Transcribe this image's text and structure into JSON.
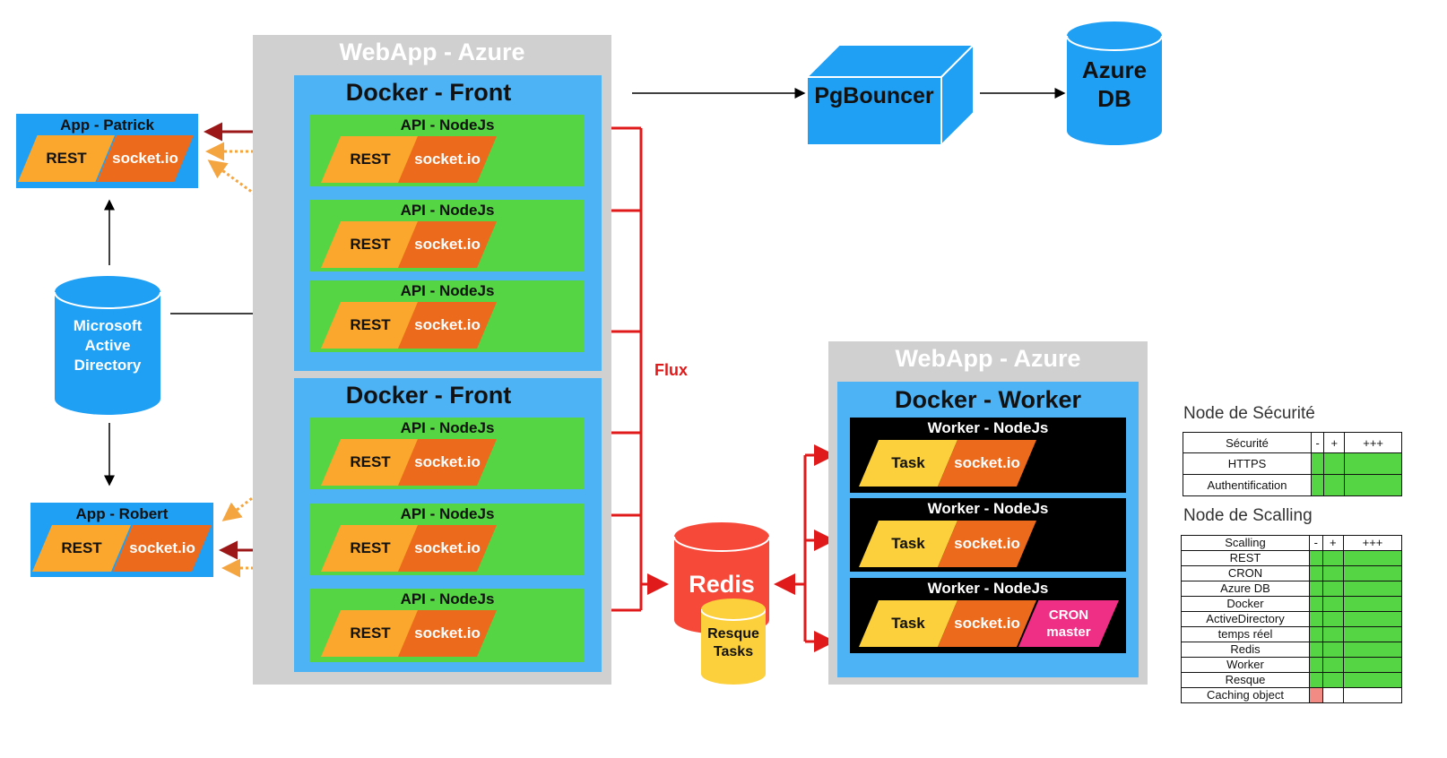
{
  "webapp_top": {
    "title": "WebApp - Azure"
  },
  "docker_front_1": {
    "title": "Docker - Front",
    "apis": [
      {
        "title": "API - NodeJs",
        "rest": "REST",
        "socket": "socket.io"
      },
      {
        "title": "API - NodeJs",
        "rest": "REST",
        "socket": "socket.io"
      },
      {
        "title": "API - NodeJs",
        "rest": "REST",
        "socket": "socket.io"
      }
    ]
  },
  "docker_front_2": {
    "title": "Docker - Front",
    "apis": [
      {
        "title": "API - NodeJs",
        "rest": "REST",
        "socket": "socket.io"
      },
      {
        "title": "API - NodeJs",
        "rest": "REST",
        "socket": "socket.io"
      },
      {
        "title": "API - NodeJs",
        "rest": "REST",
        "socket": "socket.io"
      }
    ]
  },
  "app_patrick": {
    "title": "App - Patrick",
    "rest": "REST",
    "socket": "socket.io"
  },
  "app_robert": {
    "title": "App - Robert",
    "rest": "REST",
    "socket": "socket.io"
  },
  "active_directory": {
    "label": "Microsoft Active Directory"
  },
  "pgbouncer": {
    "label": "PgBouncer"
  },
  "azure_db": {
    "label": "Azure DB"
  },
  "redis": {
    "label": "Redis",
    "sub": "Resque Tasks"
  },
  "flux": {
    "label": "Flux"
  },
  "webapp_worker": {
    "title": "WebApp - Azure"
  },
  "docker_worker": {
    "title": "Docker - Worker",
    "workers": [
      {
        "title": "Worker - NodeJs",
        "task": "Task",
        "socket": "socket.io"
      },
      {
        "title": "Worker - NodeJs",
        "task": "Task",
        "socket": "socket.io"
      },
      {
        "title": "Worker - NodeJs",
        "task": "Task",
        "socket": "socket.io",
        "cron": "CRON master"
      }
    ]
  },
  "colors": {
    "api": "#55d444",
    "docker": "#4db3f5",
    "webapp": "#d0d0d0",
    "rest": "#fba62c",
    "socket": "#ec6a1c",
    "redis": "#f7493a",
    "flux": "#e01a1a"
  },
  "legend_security": {
    "title": "Node de Sécurité",
    "header": [
      "Sécurité",
      "-",
      "+",
      "+++"
    ],
    "rows": [
      {
        "label": "HTTPS",
        "cells": [
          "green",
          "green",
          "green"
        ]
      },
      {
        "label": "Authentification",
        "cells": [
          "green",
          "green",
          "green"
        ]
      }
    ]
  },
  "legend_scaling": {
    "title": "Node de Scalling",
    "header": [
      "Scalling",
      "-",
      "+",
      "+++"
    ],
    "rows": [
      {
        "label": "REST",
        "cells": [
          "green",
          "green",
          "green"
        ]
      },
      {
        "label": "CRON",
        "cells": [
          "green",
          "green",
          "green"
        ]
      },
      {
        "label": "Azure DB",
        "cells": [
          "green",
          "green",
          "green"
        ]
      },
      {
        "label": "Docker",
        "cells": [
          "green",
          "green",
          "green"
        ]
      },
      {
        "label": "ActiveDirectory",
        "cells": [
          "green",
          "green",
          "green"
        ]
      },
      {
        "label": "temps réel",
        "cells": [
          "green",
          "green",
          "green"
        ]
      },
      {
        "label": "Redis",
        "cells": [
          "green",
          "green",
          "green"
        ]
      },
      {
        "label": "Worker",
        "cells": [
          "green",
          "green",
          "green"
        ]
      },
      {
        "label": "Resque",
        "cells": [
          "green",
          "green",
          "green"
        ]
      },
      {
        "label": "Caching object",
        "cells": [
          "red",
          "white",
          "white"
        ]
      }
    ]
  }
}
